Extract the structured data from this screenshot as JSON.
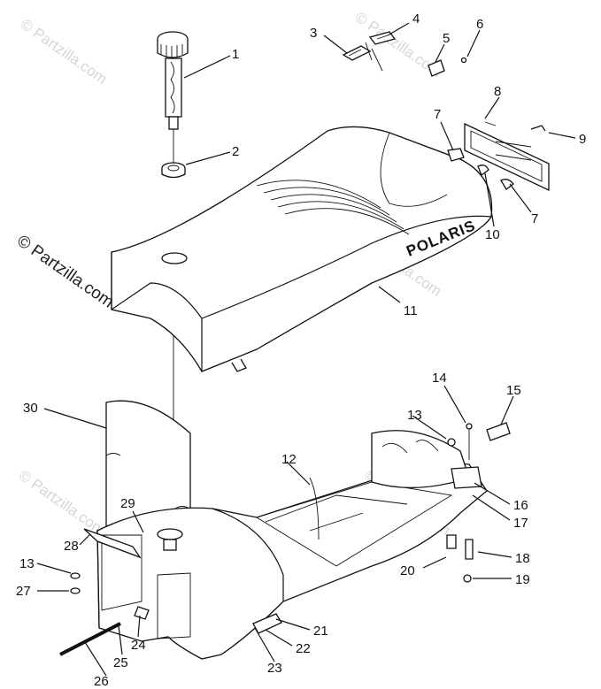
{
  "watermark": {
    "text": "© Partzilla.com"
  },
  "brand_text": "POLARIS",
  "callouts": [
    {
      "id": "1",
      "label": "1"
    },
    {
      "id": "2",
      "label": "2"
    },
    {
      "id": "3",
      "label": "3"
    },
    {
      "id": "4",
      "label": "4"
    },
    {
      "id": "5",
      "label": "5"
    },
    {
      "id": "6",
      "label": "6"
    },
    {
      "id": "7a",
      "label": "7"
    },
    {
      "id": "7b",
      "label": "7"
    },
    {
      "id": "8",
      "label": "8"
    },
    {
      "id": "9",
      "label": "9"
    },
    {
      "id": "10",
      "label": "10"
    },
    {
      "id": "11",
      "label": "11"
    },
    {
      "id": "12",
      "label": "12"
    },
    {
      "id": "13a",
      "label": "13"
    },
    {
      "id": "13b",
      "label": "13"
    },
    {
      "id": "14",
      "label": "14"
    },
    {
      "id": "15",
      "label": "15"
    },
    {
      "id": "16",
      "label": "16"
    },
    {
      "id": "17",
      "label": "17"
    },
    {
      "id": "18",
      "label": "18"
    },
    {
      "id": "19",
      "label": "19"
    },
    {
      "id": "20",
      "label": "20"
    },
    {
      "id": "21",
      "label": "21"
    },
    {
      "id": "22",
      "label": "22"
    },
    {
      "id": "23",
      "label": "23"
    },
    {
      "id": "24",
      "label": "24"
    },
    {
      "id": "25",
      "label": "25"
    },
    {
      "id": "26",
      "label": "26"
    },
    {
      "id": "27",
      "label": "27"
    },
    {
      "id": "28",
      "label": "28"
    },
    {
      "id": "29",
      "label": "29"
    },
    {
      "id": "30",
      "label": "30"
    }
  ]
}
